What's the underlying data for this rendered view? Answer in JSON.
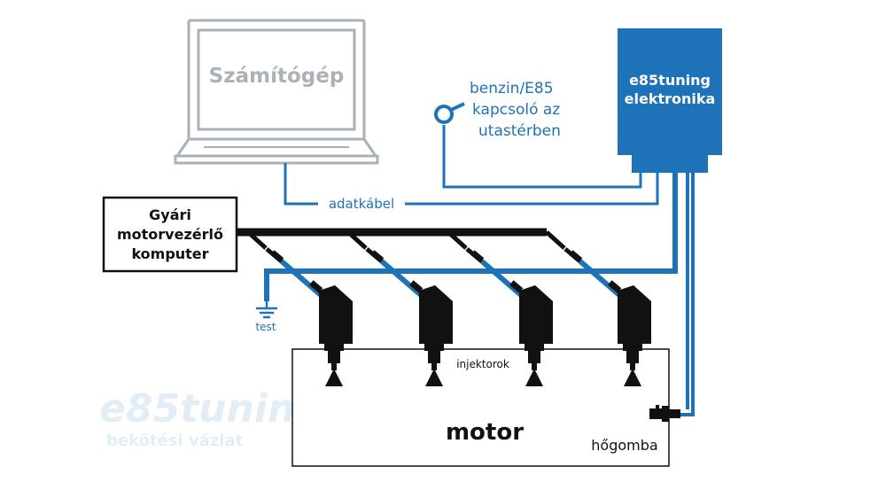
{
  "labels": {
    "computer": "Számítógép",
    "ecu_box_line1": "e85tuning",
    "ecu_box_line2": "elektronika",
    "switch_line1": "benzin/E85",
    "switch_line2": "kapcsoló az",
    "switch_line3": "utastérben",
    "data_cable": "adatkábel",
    "factory_ecu_line1": "Gyári",
    "factory_ecu_line2": "motorvezérlő",
    "factory_ecu_line3": "komputer",
    "ground": "test",
    "injectors": "injektorok",
    "engine": "motor",
    "temp_sensor": "hőgomba",
    "watermark_logo": "e85tuning",
    "watermark_sub": "bekötési vázlat"
  },
  "colors": {
    "blue": "#1e73b8",
    "gray": "#aab2b7",
    "black": "#111111"
  }
}
